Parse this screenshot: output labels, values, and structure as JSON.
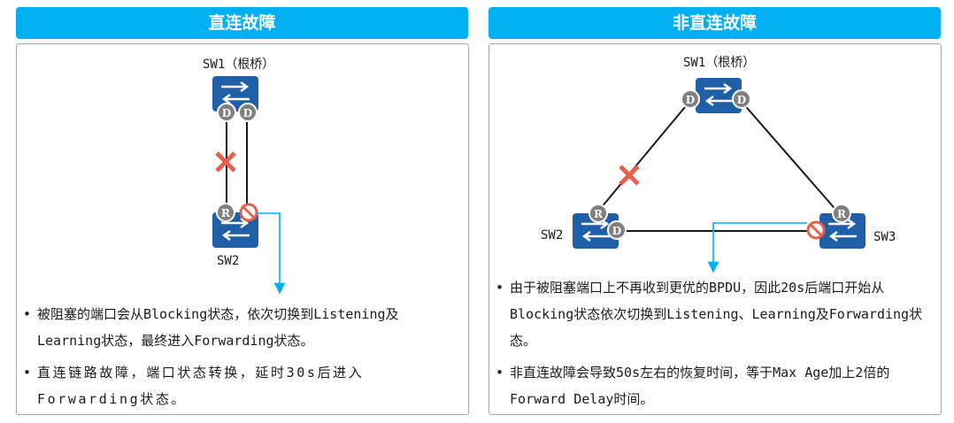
{
  "left": {
    "title": "直连故障",
    "root_label": "SW1（根桥）",
    "sw2_label": "SW2",
    "port_d1": "D",
    "port_d2": "D",
    "port_r": "R",
    "bullets": [
      "被阻塞的端口会从Blocking状态，依次切换到Listening及Learning状态，最终进入Forwarding状态。",
      "直连链路故障，端口状态转换，延时30s后进入Forwarding状态。"
    ]
  },
  "right": {
    "title": "非直连故障",
    "root_label": "SW1（根桥）",
    "sw2_label": "SW2",
    "sw3_label": "SW3",
    "port_d1": "D",
    "port_d2": "D",
    "port_r_sw2": "R",
    "port_d_sw2": "D",
    "port_r_sw3": "R",
    "bullets": [
      "由于被阻塞端口上不再收到更优的BPDU，因此20s后端口开始从Blocking状态依次切换到Listening、Learning及Forwarding状态。",
      "非直连故障会导致50s左右的恢复时间，等于Max Age加上2倍的Forward Delay时间。"
    ]
  },
  "colors": {
    "header": "#00b0f0",
    "switch": "#1f5fa8",
    "port": "#808080",
    "fault": "#e8604c",
    "blocked": "#e8604c",
    "arrow": "#00b0f0"
  }
}
